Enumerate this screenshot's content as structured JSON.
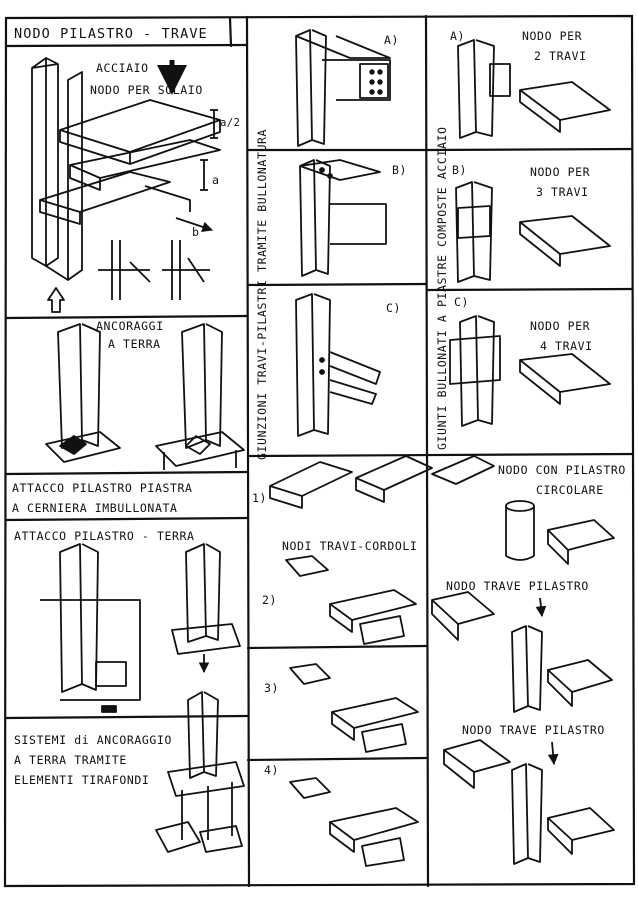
{
  "sheet": {
    "title": "NODO PILASTRO - TRAVE",
    "labels": {
      "acciaio": "ACCIAIO",
      "nodo_solaio": "NODO PER SOLAIO",
      "dim_a2": "a/2",
      "dim_a": "a",
      "dim_b": "b",
      "ancoraggi_1": "ANCORAGGI",
      "ancoraggi_2": "A TERRA",
      "attacco_piastra_1": "ATTACCO PILASTRO PIASTRA",
      "attacco_piastra_2": "A CERNIERA IMBULLONATA",
      "attacco_terra": "ATTACCO PILASTRO - TERRA",
      "sistemi_1": "SISTEMI di ANCORAGGIO",
      "sistemi_2": "A TERRA TRAMITE",
      "sistemi_3": "ELEMENTI TIRAFONDI",
      "vertical_mid": "GIUNZIONI TRAVI-PILASTRI TRAMITE BULLONATURA",
      "vertical_right": "GIUNTI BULLONATI A PIASTRE COMPOSTE ACCIAIO",
      "mid_a": "A)",
      "mid_b": "B)",
      "mid_c": "C)",
      "right_a": "A)",
      "right_b": "B)",
      "right_c": "C)",
      "nodo2_1": "NODO PER",
      "nodo2_2": "2 TRAVI",
      "nodo3_1": "NODO PER",
      "nodo3_2": "3 TRAVI",
      "nodo4_1": "NODO PER",
      "nodo4_2": "4 TRAVI",
      "nodi_travi": "NODI TRAVI-CORDOLI",
      "n1": "1)",
      "n2": "2)",
      "n3": "3)",
      "n4": "4)",
      "nodo_circ_1": "NODO CON PILASTRO",
      "nodo_circ_2": "CIRCOLARE",
      "nodo_tp_1": "NODO TRAVE PILASTRO",
      "nodo_tp_2": "NODO TRAVE PILASTRO"
    }
  }
}
